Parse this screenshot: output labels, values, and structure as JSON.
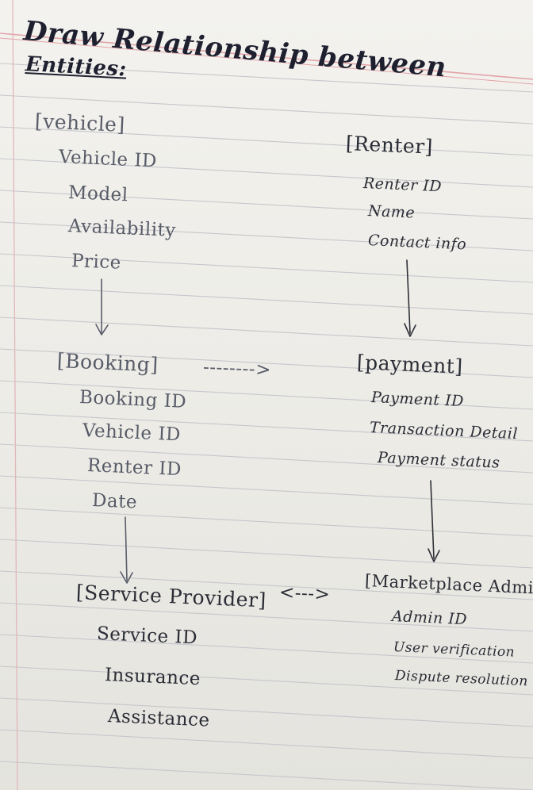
{
  "title_line1": "Draw Relationship between",
  "title_line2": "Entities:",
  "vehicle": {
    "header": "[vehicle]",
    "fields": [
      "Vehicle ID",
      "Model",
      "Availability",
      "Price"
    ]
  },
  "renter": {
    "header": "[Renter]",
    "fields": [
      "Renter ID",
      "Name",
      "Contact info"
    ]
  },
  "booking": {
    "header": "[Booking]",
    "fields": [
      "Booking ID",
      "Vehicle ID",
      "Renter ID",
      "Date"
    ]
  },
  "payment": {
    "header": "[payment]",
    "fields": [
      "Payment ID",
      "Transaction Detail",
      "Payment status"
    ]
  },
  "service_provider": {
    "header": "[Service Provider]",
    "fields": [
      "Service ID",
      "Insurance",
      "Assistance"
    ]
  },
  "marketplace_admin": {
    "header": "[Marketplace Admin",
    "fields": [
      "Admin ID",
      "User verification",
      "Dispute resolution"
    ]
  },
  "connectors": {
    "booking_payment": "-------->",
    "provider_admin": "<--->"
  },
  "colors": {
    "paper": "#f0efea",
    "ink": "#2b2d36",
    "rule": "#c6c7cc",
    "margin": "#e3a3a8"
  }
}
